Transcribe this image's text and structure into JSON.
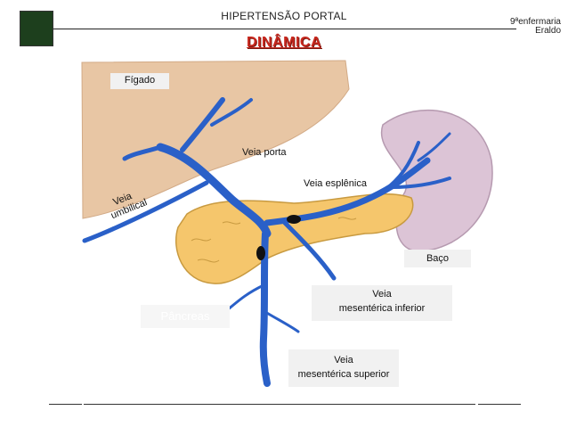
{
  "header": {
    "title": "HIPERTENSÃO PORTAL",
    "subtitle": "DINÂMICA",
    "brand_line1": "9ªenfermaria",
    "brand_line2": "Eraldo"
  },
  "labels": {
    "liver": "Fígado",
    "portal_vein": "Veia  porta",
    "splenic_vein": "Veia  esplênica",
    "umbilical_line1": "Veia",
    "umbilical_line2": "umbilical",
    "spleen": "Baço",
    "inferior_line1": "Veia",
    "inferior_line2": "mesentérica inferior",
    "pancreas": "Pâncreas",
    "superior_line1": "Veia",
    "superior_line2": "mesentérica superior"
  },
  "colors": {
    "title_red": "#c8281e",
    "vein_blue": "#2a60c8",
    "liver_tan": "#e8c6a4",
    "pancreas_yellow": "#f5c66c",
    "spleen_pink": "#dcc4d6"
  }
}
